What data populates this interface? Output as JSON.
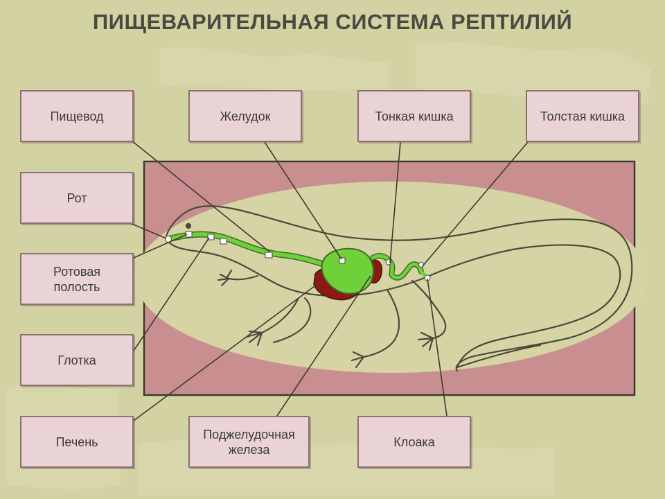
{
  "title": "ПИЩЕВАРИТЕЛЬНАЯ СИСТЕМА РЕПТИЛИЙ",
  "labels": {
    "esophagus": "Пищевод",
    "stomach": "Желудок",
    "small_intestine": "Тонкая кишка",
    "large_intestine": "Толстая кишка",
    "mouth": "Рот",
    "oral_cavity_line1": "Ротовая",
    "oral_cavity_line2": "полость",
    "pharynx": "Глотка",
    "liver": "Печень",
    "pancreas_line1": "Поджелудочная",
    "pancreas_line2": "железа",
    "cloaca": "Клоака"
  },
  "colors": {
    "background": "#d3d2a2",
    "panel_outer": "#c98f90",
    "panel_inner": "#d6d4a4",
    "label_fill": "#ead3d7",
    "digestive_tract": "#6fd13a",
    "liver": "#8b1a14",
    "outline": "#4a4a3a"
  }
}
